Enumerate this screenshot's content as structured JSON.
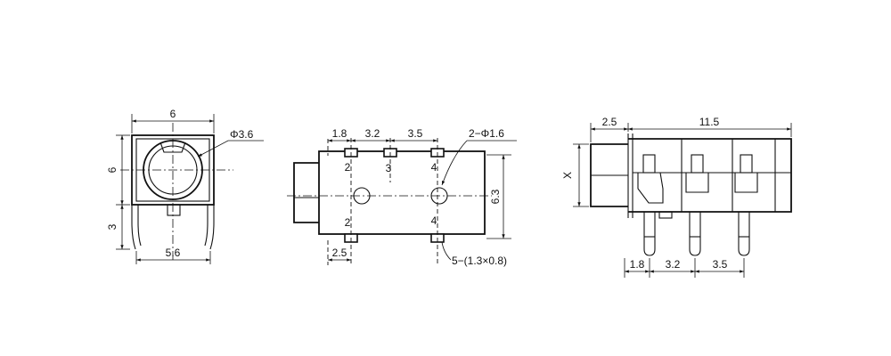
{
  "front_view": {
    "width_top": "6",
    "hole_dia": "Φ3.6",
    "height_body": "6",
    "height_pin": "3",
    "width_bottom": "5.6"
  },
  "top_view": {
    "dim_1": "1.8",
    "dim_2": "3.2",
    "dim_3": "3.5",
    "hole_label": "2−Φ1.6",
    "pin_2_top": "2",
    "pin_3": "3",
    "pin_4_top": "4",
    "pin_2_bottom": "2",
    "pin_4_bottom": "4",
    "height": "6.3",
    "dim_bottom": "2.5",
    "pad_label": "5−(1.3×0.8)"
  },
  "side_view": {
    "dim_left": "2.5",
    "dim_total": "11.5",
    "height_x": "X",
    "dim_1": "1.8",
    "dim_2": "3.2",
    "dim_3": "3.5"
  }
}
